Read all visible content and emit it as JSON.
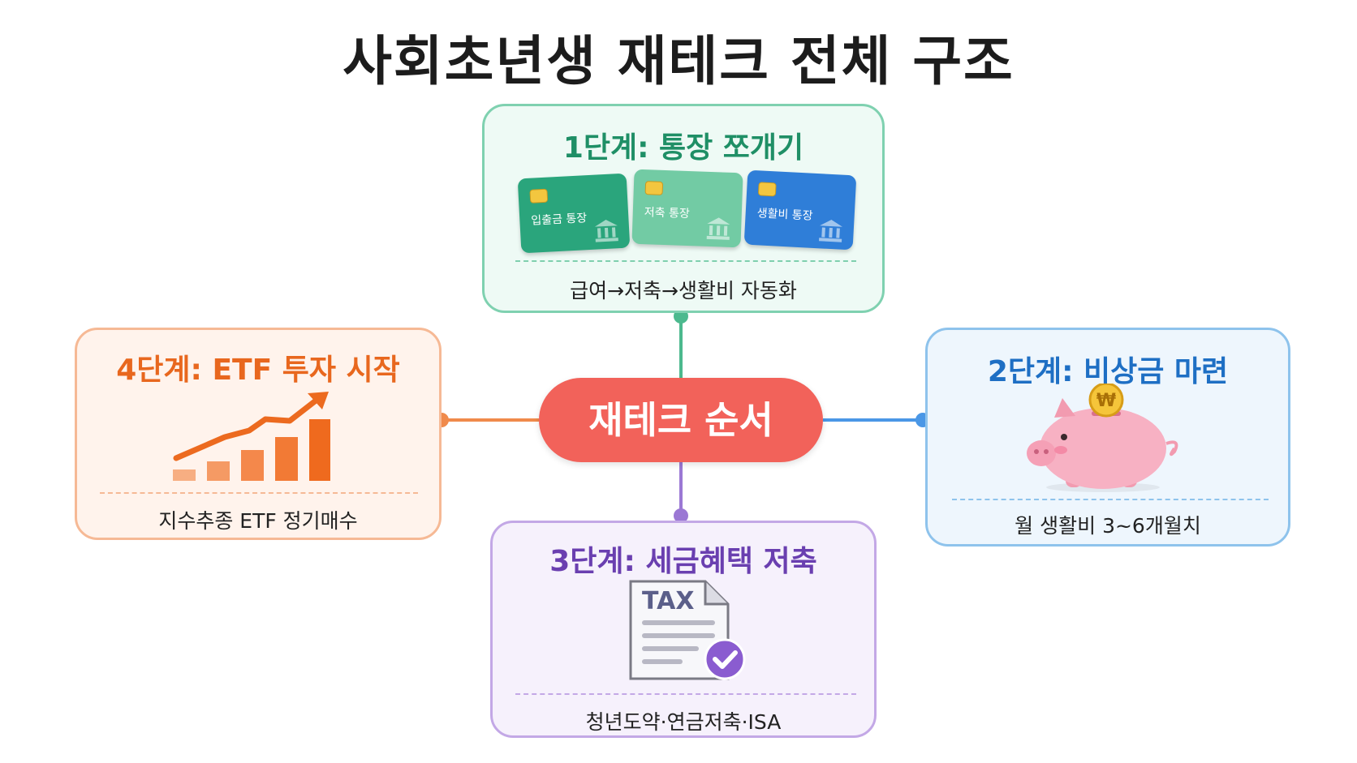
{
  "title": "사회초년생 재테크 전체 구조",
  "center": {
    "label": "재테크 순서"
  },
  "steps": [
    {
      "id": "step1",
      "heading": "1단계: 통장 쪼개기",
      "desc": "급여→저축→생활비 자동화",
      "accounts": [
        "입출금 통장",
        "저축 통장",
        "생활비 통장"
      ],
      "icons": [
        "bank-card-icon",
        "bank-building-icon"
      ],
      "color": "#1f8f66"
    },
    {
      "id": "step2",
      "heading": "2단계: 비상금 마련",
      "desc": "월 생활비 3~6개월치",
      "coin_symbol": "₩",
      "icons": [
        "piggy-bank-icon",
        "won-coin-icon"
      ],
      "color": "#1e6fc4"
    },
    {
      "id": "step3",
      "heading": "3단계: 세금혜택 저축",
      "desc": "청년도약·연금저축·ISA",
      "doc_label": "TAX",
      "icons": [
        "tax-document-icon",
        "check-circle-icon"
      ],
      "color": "#6a3fb0"
    },
    {
      "id": "step4",
      "heading": "4단계: ETF 투자 시작",
      "desc": "지수추종 ETF 정기매수",
      "icons": [
        "growth-chart-icon",
        "trend-arrow-icon"
      ],
      "color": "#e8671e"
    }
  ],
  "colors": {
    "center": "#f2625a",
    "green_line": "#4cb98e",
    "blue_line": "#4a97e6",
    "purple_line": "#9b78d4",
    "orange_line": "#f08a4b"
  }
}
